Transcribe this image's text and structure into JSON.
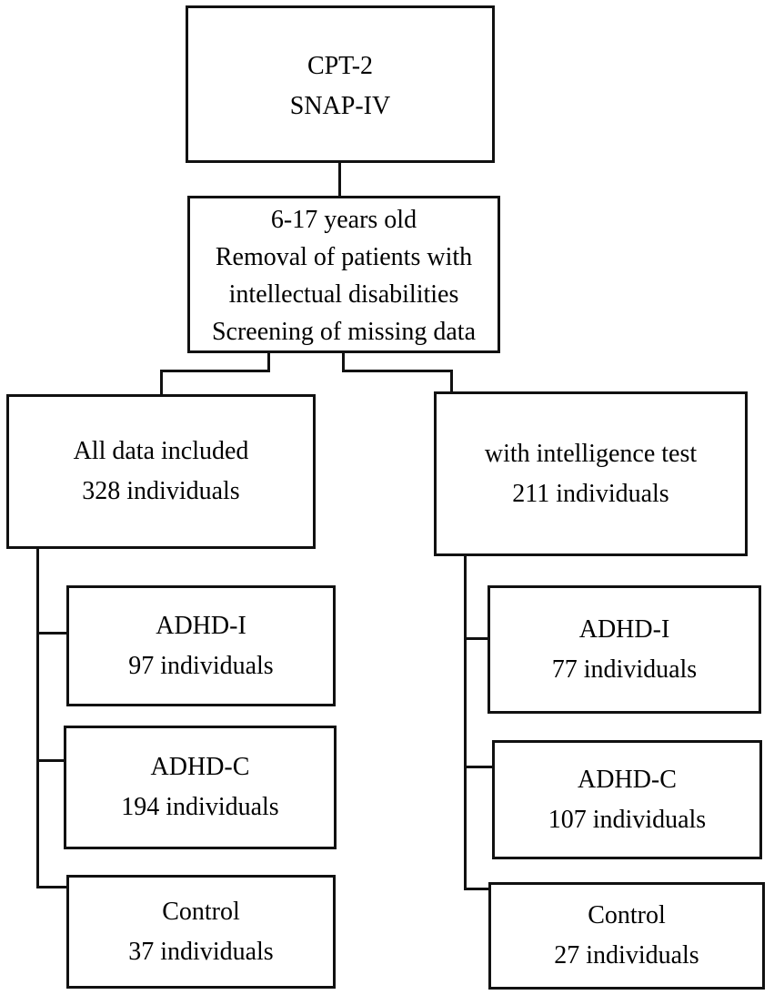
{
  "top_box": {
    "lines": [
      "CPT-2",
      "SNAP-IV"
    ]
  },
  "filter_box": {
    "lines": [
      "6-17 years old",
      "Removal of patients with",
      "intellectual disabilities",
      "Screening of missing data"
    ]
  },
  "left_branch": {
    "header": {
      "lines": [
        "All data included",
        "328 individuals"
      ]
    },
    "groups": [
      {
        "label": "ADHD-I",
        "count": "97 individuals"
      },
      {
        "label": "ADHD-C",
        "count": "194 individuals"
      },
      {
        "label": "Control",
        "count": "37 individuals"
      }
    ]
  },
  "right_branch": {
    "header": {
      "lines": [
        "with intelligence test",
        "211 individuals"
      ]
    },
    "groups": [
      {
        "label": "ADHD-I",
        "count": "77 individuals"
      },
      {
        "label": "ADHD-C",
        "count": "107 individuals"
      },
      {
        "label": "Control",
        "count": "27 individuals"
      }
    ]
  }
}
